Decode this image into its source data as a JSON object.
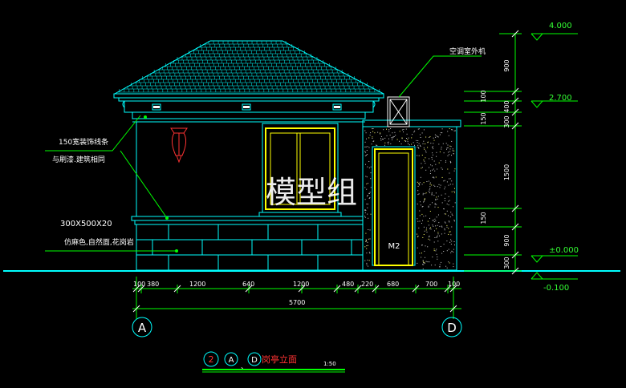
{
  "drawing": {
    "watermark": "模型组",
    "door_label": "M2",
    "ac_label": "空调室外机",
    "note1_line1": "150宽装饰线条",
    "note1_line2": "与刷漆.建筑相同",
    "note2": "300X500X20",
    "note3": "仿麻色,自然面,花岗岩",
    "elevations": [
      "4.000",
      "2.700",
      "±0.000",
      "-0.100"
    ],
    "right_dims": [
      "900",
      "100",
      "400",
      "150",
      "300",
      "1500",
      "150",
      "900",
      "300"
    ],
    "bottom_dims": [
      "100",
      "380",
      "1200",
      "640",
      "1200",
      "480",
      "220",
      "680",
      "700",
      "100"
    ],
    "total_dim": "5700",
    "axis_left": "A",
    "axis_right": "D",
    "title_num": "2",
    "title_a": "A",
    "title_d": "D",
    "title_sep": "、",
    "title_text": "岗亭立面",
    "scale": "1:50"
  },
  "colors": {
    "background": "#000000",
    "cyan": "#00ffff",
    "green": "#00ff00",
    "yellow": "#ffff00",
    "white": "#ffffff",
    "red": "#ff3333",
    "speckle": "#c8c8c8"
  }
}
